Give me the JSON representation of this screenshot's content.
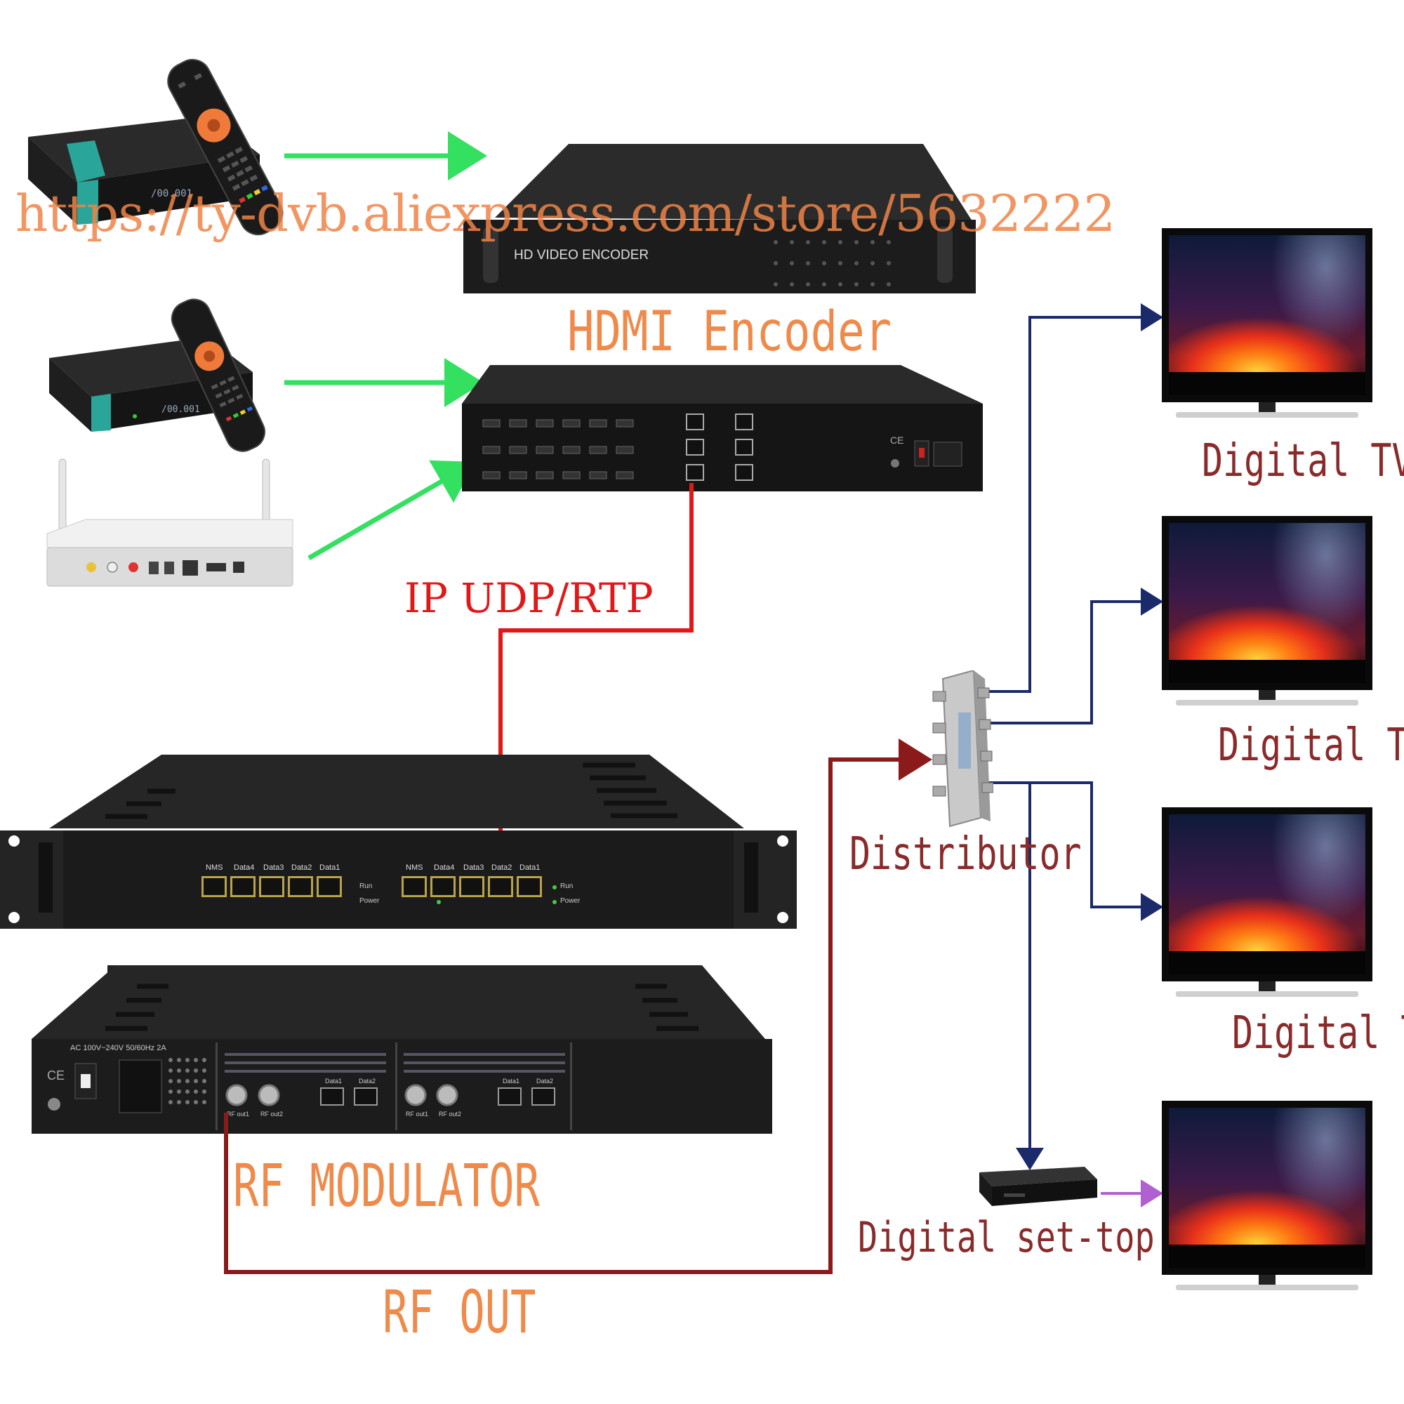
{
  "labels": {
    "watermark": "https://ty-dvb.aliexpress.com/store/5632222",
    "hdmi_encoder": "HDMI Encoder",
    "ip_udp_rtp": "IP UDP/RTP",
    "rf_modulator": "RF MODULATOR",
    "rf_out": "RF OUT",
    "distributor": "Distributor",
    "digital_tv_1": "Digital TV",
    "digital_tv_2": "Digital TV",
    "digital_tv_3": "Digital TV",
    "digital_stb": "Digital set-top box"
  },
  "encoder": {
    "front_label": "HD VIDEO ENCODER"
  },
  "ip_gateway": {
    "group1": [
      "NMS",
      "Data4",
      "Data3",
      "Data2",
      "Data1"
    ],
    "group2": [
      "NMS",
      "Data4",
      "Data3",
      "Data2",
      "Data1"
    ],
    "status": [
      "Run",
      "Power"
    ]
  },
  "modulator": {
    "power_label": "AC 100V~240V 50/60Hz 2A",
    "card1": [
      "RF out1",
      "RF out2",
      "Data1",
      "Data2"
    ],
    "card2": [
      "RF out1",
      "RF out2",
      "Data1",
      "Data2"
    ]
  },
  "colors": {
    "orange": "#ef8a4a",
    "green_arrow": "#33e060",
    "red_line": "#e01818",
    "maroon_line": "#8b1a1a",
    "navy_arrow": "#1a2a6a",
    "purple_arrow": "#b060d0"
  }
}
